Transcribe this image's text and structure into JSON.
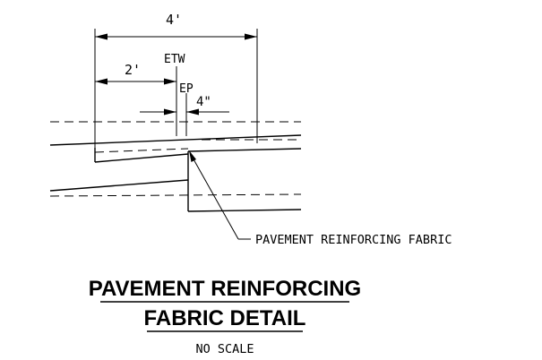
{
  "dimensions": {
    "overall": "4'",
    "partial": "2'",
    "offset": "4\""
  },
  "labels": {
    "etw": "ETW",
    "ep": "EP",
    "fabric_callout": "PAVEMENT REINFORCING FABRIC"
  },
  "title": {
    "line1": "PAVEMENT REINFORCING",
    "line2": "FABRIC DETAIL",
    "scale": "NO SCALE"
  }
}
